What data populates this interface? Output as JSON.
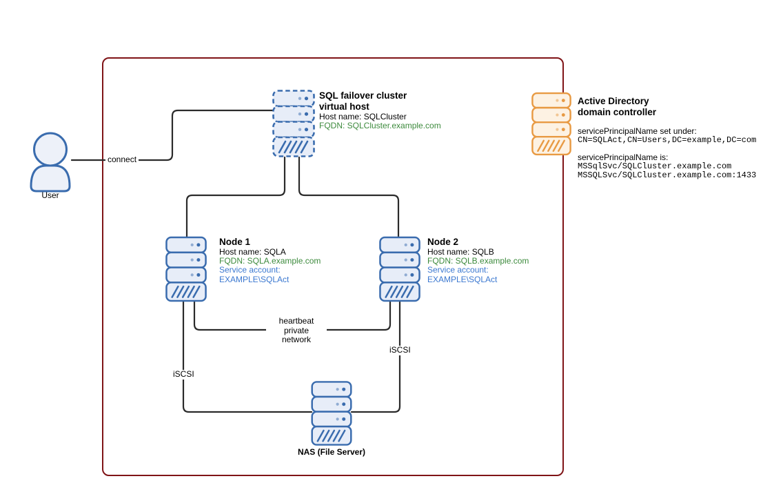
{
  "colors": {
    "boundary": "#7f1316",
    "line": "#2a2a2a",
    "blue_stroke": "#3a6cae",
    "blue_fill": "#e7edf8",
    "orange_stroke": "#e89a43",
    "orange_fill": "#fdf2e3",
    "green_text": "#3c8a3c",
    "blue_text": "#3b78d0"
  },
  "user": {
    "label": "User"
  },
  "connect_label": "connect",
  "virtual_host": {
    "title": "SQL failover cluster\nvirtual host",
    "host": "Host name: SQLCluster",
    "fqdn": "FQDN: SQLCluster.example.com"
  },
  "node1": {
    "title": "Node 1",
    "host": "Host name: SQLA",
    "fqdn": "FQDN: SQLA.example.com",
    "service_account": "Service account:\nEXAMPLE\\SQLAct"
  },
  "node2": {
    "title": "Node 2",
    "host": "Host name: SQLB",
    "fqdn": "FQDN: SQLB.example.com",
    "service_account": "Service account:\nEXAMPLE\\SQLAct"
  },
  "nas": {
    "label": "NAS (File Server)"
  },
  "active_directory": {
    "title": "Active Directory\ndomain controller",
    "spn_set_label": "servicePrincipalName set under:",
    "spn_set_value": "CN=SQLAct,CN=Users,DC=example,DC=com",
    "spn_is_label": "servicePrincipalName is:",
    "spn_is_values": "MSSqlSvc/SQLCluster.example.com\nMSSQLSvc/SQLCluster.example.com:1433"
  },
  "links": {
    "heartbeat": "heartbeat\nprivate\nnetwork",
    "iscsi_left": "iSCSI",
    "iscsi_right": "iSCSI"
  }
}
